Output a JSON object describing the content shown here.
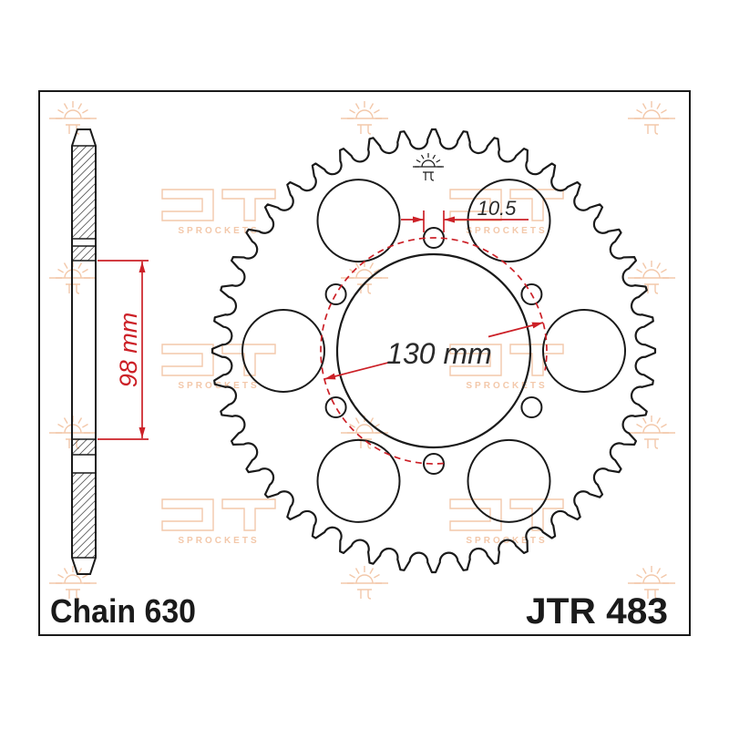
{
  "drawing": {
    "chain_label": "Chain 630",
    "part_number": "JTR 483"
  },
  "dimensions": {
    "hub_width": "98 mm",
    "pcd": "130 mm",
    "bolt_hole": "10.5"
  },
  "watermark": {
    "brand_text": "SPROCKETS"
  },
  "icons": {
    "top_logo": "jt-sun-logo-icon",
    "watermark_logo": "jt-sun-logo-icon"
  },
  "colors": {
    "dimension": "#cc2027",
    "outline": "#1a1a1a",
    "watermark": "#f3c8aa",
    "background": "#ffffff"
  }
}
